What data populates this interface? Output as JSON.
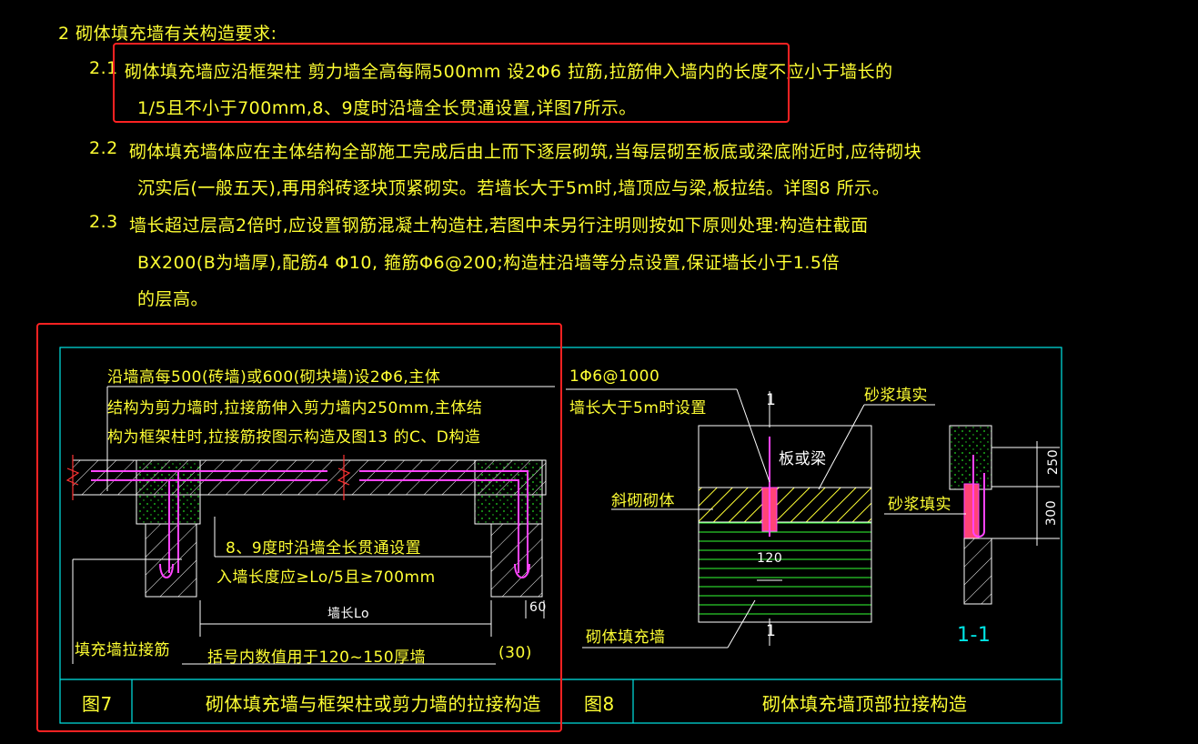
{
  "notes": {
    "heading": "2  砌体填充墙有关构造要求:",
    "n21_num": "2.1",
    "n21_l1": "砌体填充墙应沿框架柱  剪力墙全高每隔500mm 设2Φ6 拉筋,拉筋伸入墙内的长度不应小于墙长的",
    "n21_l2": "1/5且不小于700mm,8、9度时沿墙全长贯通设置,详图7所示。",
    "n22_num": "2.2",
    "n22_l1": "砌体填充墙体应在主体结构全部施工完成后由上而下逐层砌筑,当每层砌至板底或梁底附近时,应待砌块",
    "n22_l2": "沉实后(一般五天),再用斜砖逐块顶紧砌实。若墙长大于5m时,墙顶应与梁,板拉结。详图8 所示。",
    "n23_num": "2.3",
    "n23_l1": "墙长超过层高2倍时,应设置钢筋混凝土构造柱,若图中未另行注明则按如下原则处理:构造柱截面",
    "n23_l2": "BX200(B为墙厚),配筋4 Φ10, 箍筋Φ6@200;构造柱沿墙等分点设置,保证墙长小于1.5倍",
    "n23_l3": "的层高。"
  },
  "fig7": {
    "note1": "沿墙高每500(砖墙)或600(砌块墙)设2Φ6,主体",
    "note2": "结构为剪力墙时,拉接筋伸入剪力墙内250mm,主体结",
    "note3": "构为框架柱时,拉接筋按图示构造及图13 的C、D构造",
    "note4": "8、9度时沿墙全长贯通设置",
    "note5": "入墙长度应≥Lo/5且≥700mm",
    "dim_label": "墙长Lo",
    "dim_60": "60",
    "rebar_label": "填充墙拉接筋",
    "paren_note": "括号内数值用于120~150厚墙",
    "paren_val": "(30)",
    "fig_no": "图7",
    "fig_title": "砌体填充墙与框架柱或剪力墙的拉接构造"
  },
  "fig8": {
    "note1": "1Φ6@1000",
    "note2": "墙长大于5m时设置",
    "sec_mark_top": "1",
    "sec_mark_bottom": "1",
    "label_slab": "板或梁",
    "label_mortar": "砂浆填实",
    "label_oblique": "斜砌砌体",
    "label_mortar2": "砂浆填实",
    "label_infill": "砌体填充墙",
    "dim_120": "120",
    "dim_250": "250",
    "dim_300": "300",
    "section_label": "1-1",
    "fig_no": "图8",
    "fig_title": "砌体填充墙顶部拉接构造"
  },
  "colors": {
    "background": "#000000",
    "text_yellow": "#ffff33",
    "frame_cyan": "#00e5e5",
    "rebar_magenta": "#ff44ff",
    "highlight_red": "#ff2222",
    "hatch_green": "#33ff33",
    "concrete_green": "#22cc22"
  }
}
